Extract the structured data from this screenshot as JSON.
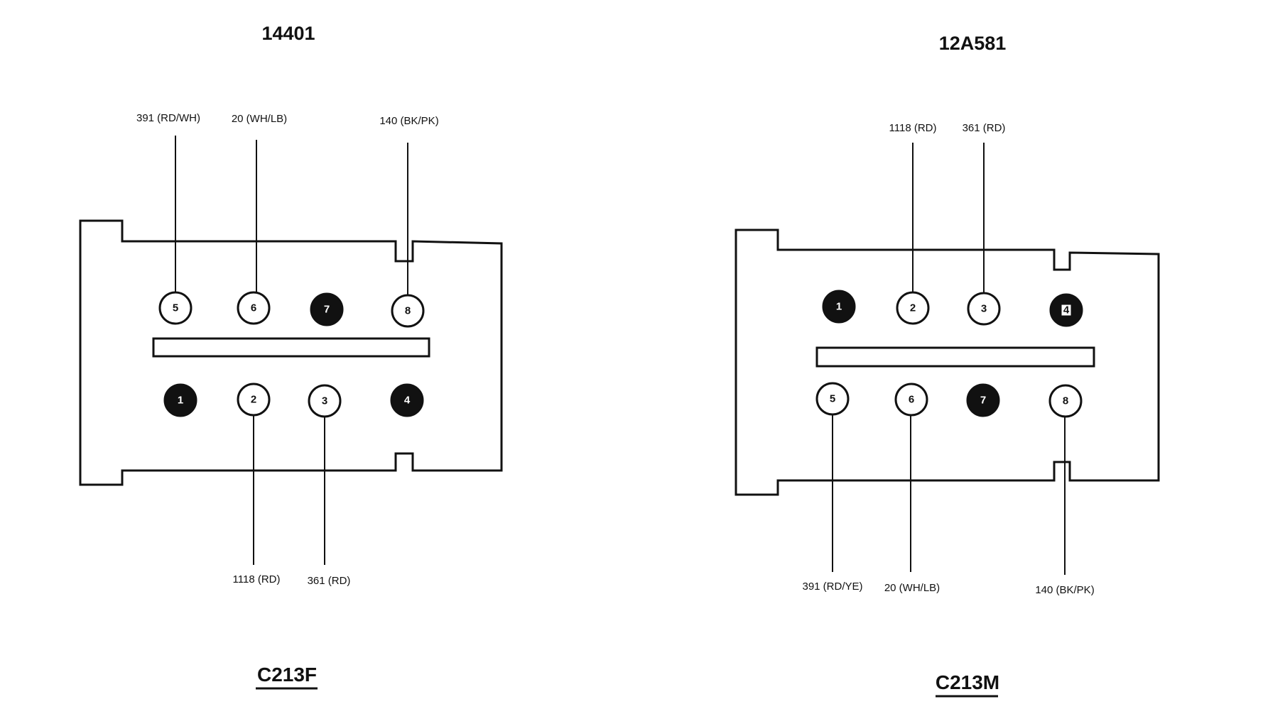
{
  "colors": {
    "line": "#111111",
    "filled_pin": "#111111",
    "open_pin": "#ffffff",
    "background": "#ffffff"
  },
  "connectors": [
    {
      "part_number": "14401",
      "connector_id": "C213F",
      "pins": [
        {
          "number": "1",
          "filled": true
        },
        {
          "number": "2",
          "filled": false
        },
        {
          "number": "3",
          "filled": false
        },
        {
          "number": "4",
          "filled": true
        },
        {
          "number": "5",
          "filled": false
        },
        {
          "number": "6",
          "filled": false
        },
        {
          "number": "7",
          "filled": true
        },
        {
          "number": "8",
          "filled": false
        }
      ],
      "wires": [
        {
          "pin": "5",
          "label": "391 (RD/WH)"
        },
        {
          "pin": "6",
          "label": "20 (WH/LB)"
        },
        {
          "pin": "8",
          "label": "140 (BK/PK)"
        },
        {
          "pin": "2",
          "label": "1118 (RD)"
        },
        {
          "pin": "3",
          "label": "361 (RD)"
        }
      ]
    },
    {
      "part_number": "12A581",
      "connector_id": "C213M",
      "pins": [
        {
          "number": "1",
          "filled": true
        },
        {
          "number": "2",
          "filled": false
        },
        {
          "number": "3",
          "filled": false
        },
        {
          "number": "4",
          "filled": true
        },
        {
          "number": "5",
          "filled": false
        },
        {
          "number": "6",
          "filled": false
        },
        {
          "number": "7",
          "filled": true
        },
        {
          "number": "8",
          "filled": false
        }
      ],
      "wires": [
        {
          "pin": "2",
          "label": "1118 (RD)"
        },
        {
          "pin": "3",
          "label": "361 (RD)"
        },
        {
          "pin": "5",
          "label": "391 (RD/YE)"
        },
        {
          "pin": "6",
          "label": "20 (WH/LB)"
        },
        {
          "pin": "8",
          "label": "140 (BK/PK)"
        }
      ]
    }
  ]
}
